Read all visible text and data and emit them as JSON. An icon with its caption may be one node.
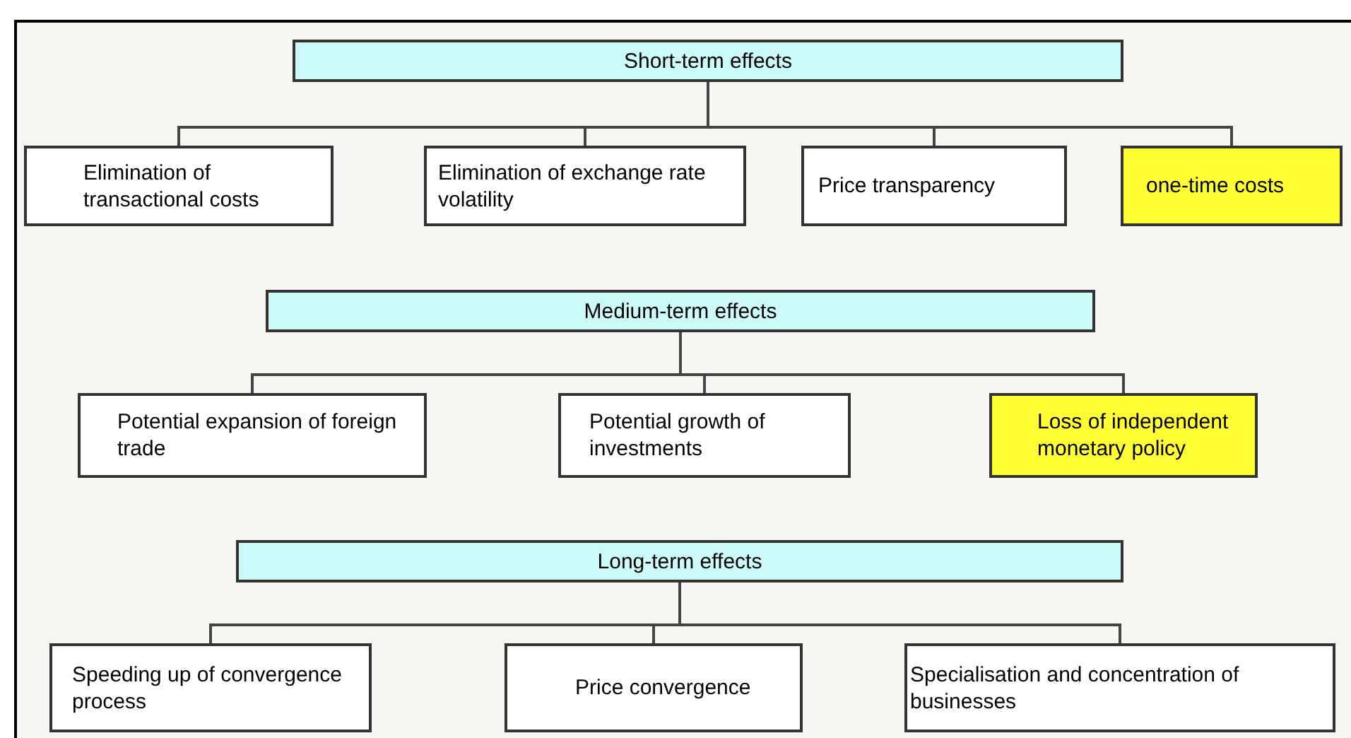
{
  "diagram": {
    "nodes": [
      {
        "text": [
          "Short-term effects"
        ]
      },
      {
        "text": [
          "Elimination of transactional costs"
        ]
      },
      {
        "text": [
          "Elimination of exchange rate volatility"
        ]
      },
      {
        "text": [
          "Price transparency"
        ]
      },
      {
        "text": [
          "one-time costs"
        ]
      },
      {
        "text": [
          "Medium-term effects"
        ]
      },
      {
        "text": [
          "Potential expansion of foreign trade"
        ]
      },
      {
        "text": [
          "Potential growth of investments"
        ]
      },
      {
        "text": [
          "Loss of independent monetary policy"
        ]
      },
      {
        "text": [
          "Long-term effects"
        ]
      },
      {
        "text": [
          "Speeding up of convergence process"
        ]
      },
      {
        "text": [
          "Price convergence"
        ]
      },
      {
        "text": [
          "Specialisation and concentration of businesses"
        ]
      }
    ],
    "edges": [
      {
        "from": 0,
        "to": 1,
        "arrow": "none"
      },
      {
        "from": 0,
        "to": 2,
        "arrow": "none"
      },
      {
        "from": 0,
        "to": 3,
        "arrow": "none"
      },
      {
        "from": 0,
        "to": 4,
        "arrow": "none"
      },
      {
        "from": 5,
        "to": 6,
        "arrow": "none"
      },
      {
        "from": 5,
        "to": 7,
        "arrow": "none"
      },
      {
        "from": 5,
        "to": 8,
        "arrow": "none"
      },
      {
        "from": 9,
        "to": 10,
        "arrow": "none"
      },
      {
        "from": 9,
        "to": 11,
        "arrow": "none"
      },
      {
        "from": 9,
        "to": 12,
        "arrow": "none"
      }
    ]
  }
}
